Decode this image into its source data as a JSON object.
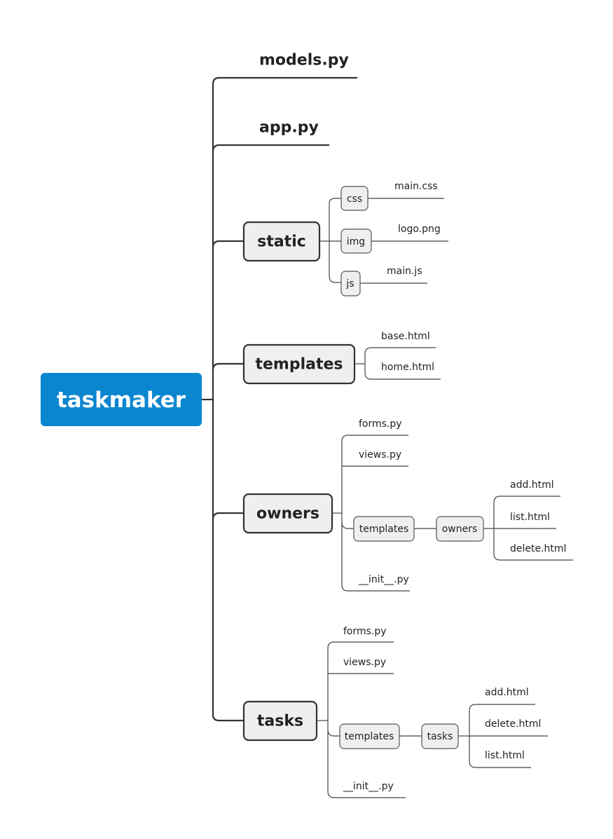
{
  "tree": {
    "root": "taskmaker",
    "models_py": "models.py",
    "app_py": "app.py",
    "static": {
      "label": "static",
      "css": "css",
      "css_file": "main.css",
      "img": "img",
      "img_file": "logo.png",
      "js": "js",
      "js_file": "main.js"
    },
    "templates": {
      "label": "templates",
      "base": "base.html",
      "home": "home.html"
    },
    "owners": {
      "label": "owners",
      "forms": "forms.py",
      "views": "views.py",
      "templates": "templates",
      "sub": "owners",
      "add": "add.html",
      "list": "list.html",
      "delete": "delete.html",
      "init": "__init__.py"
    },
    "tasks": {
      "label": "tasks",
      "forms": "forms.py",
      "views": "views.py",
      "templates": "templates",
      "sub": "tasks",
      "add": "add.html",
      "delete": "delete.html",
      "list": "list.html",
      "init": "__init__.py"
    }
  },
  "colors": {
    "root_fill": "#0a86d0",
    "node_fill": "#efefef",
    "line": "#333333"
  }
}
